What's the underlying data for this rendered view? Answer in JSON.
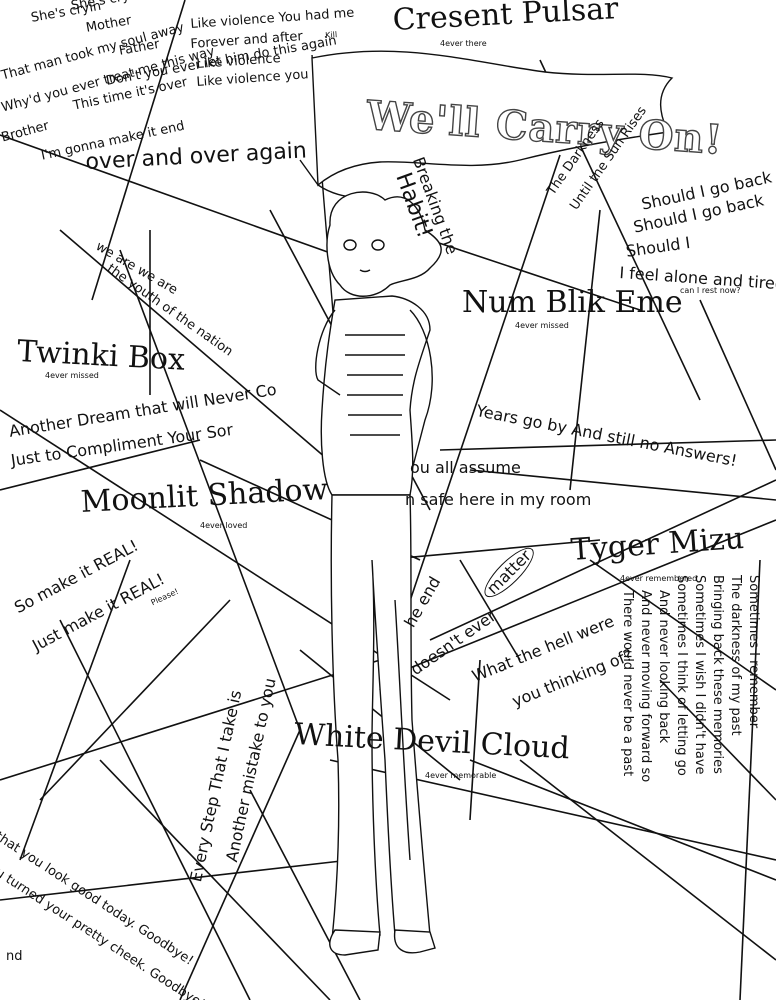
{
  "colors": {
    "ink": "#111111",
    "paper": "#ffffff",
    "banner_outline": "#444444"
  },
  "banner": {
    "text": "We'll Carry On!"
  },
  "writings": {
    "song1": [
      "She's cryin",
      "She's cryin",
      "Mother",
      "That man took my soul away",
      "Father",
      "Why'd you ever treat me this way",
      "Brother",
      "Don't you ever let him do this again",
      "This time it's over",
      "I'm gonna make it end"
    ],
    "song2": [
      "Like violence You had me",
      "Forever and after",
      "Like violence",
      "Like violence you"
    ],
    "kill": "Kill",
    "cresent_pulsar": "Cresent Pulsar",
    "cresent_pulsar_sub": "4ever there",
    "over_and_over": "over and over again",
    "breaking": "Breaking the",
    "habit": "Habit!",
    "darkness": [
      "The Darkness",
      "Until the Sun Rises"
    ],
    "should": [
      "Should I go back",
      "Should I go back",
      "Should I"
    ],
    "alone": "I feel alone and tired",
    "alone_sub": "can I rest now?",
    "youth": [
      "we are we are",
      "the youth of the nation"
    ],
    "num_blik": "Num Blik Eme",
    "num_blik_sub": "4ever missed",
    "twinki": "Twinki Box",
    "twinki_sub": "4ever missed",
    "dream": "Another Dream that will Never Co",
    "compliment": "Just to Compliment Your Sor",
    "years": "Years go by And still no Answers!",
    "assume": "ou all assume",
    "safe": "n safe here in my room",
    "moonlit": "Moonlit Shadow",
    "moonlit_sub": "4ever loved",
    "tyger": "Tyger Mizu",
    "tyger_sub": "4ever remembered",
    "make_it_real": [
      "So make it REAL!",
      "Just make it REAL!"
    ],
    "please": "Please!",
    "the_end": "he end",
    "doesnt_matter": "doesn't ever",
    "matter": "matter",
    "what_the_hell": [
      "What the hell were",
      "you thinking of?"
    ],
    "sometimes": [
      "Sometimes I remember",
      "The darkness of my past",
      "Bringing back these memories",
      "Sometimes I wish I didn't have",
      "Sometimes I think of letting go",
      "And never looking back",
      "And never moving forward so",
      "There would never be a past"
    ],
    "every_step": [
      "Every Step That I take is",
      "Another mistake to you"
    ],
    "devil_cloud": "White Devil Cloud",
    "devil_cloud_sub": "4ever memorable",
    "goodbye1": "that you look good today. Goodbye!",
    "goodbye2": "u turned your pretty cheek. Goodbye!",
    "nd_fragment": "nd"
  }
}
